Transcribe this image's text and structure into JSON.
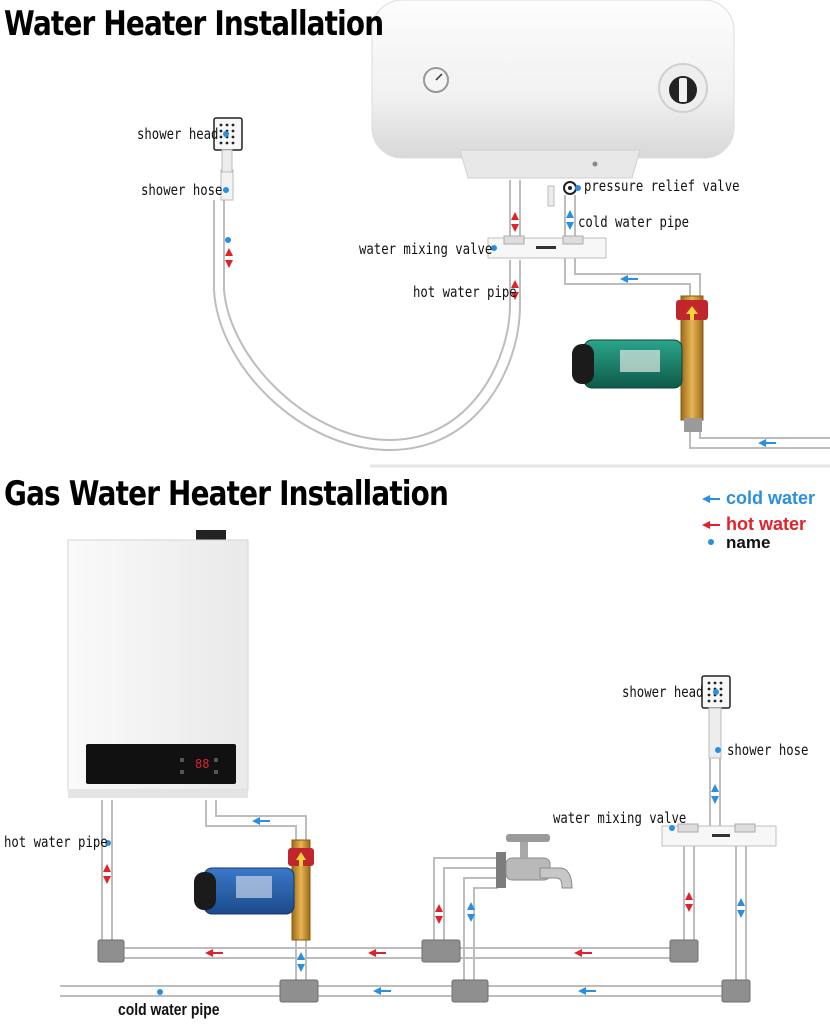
{
  "colors": {
    "cold": "#2a8fe0",
    "hot": "#e0222a",
    "pipe_edge": "#b8b8b8",
    "pump": "#1a7a64",
    "brass": "#c8922e"
  },
  "top": {
    "title": "Water Heater Installation",
    "labels": {
      "shower_head": "shower head",
      "shower_hose": "shower hose",
      "pressure_relief_valve": "pressure relief valve",
      "cold_water_pipe": "cold water pipe",
      "water_mixing_valve": "water mixing valve",
      "hot_water_pipe": "hot water pipe"
    }
  },
  "bottom": {
    "title": "Gas Water Heater Installation",
    "legend": {
      "cold": "cold water",
      "hot": "hot water",
      "name": "name"
    },
    "labels": {
      "shower_head": "shower head",
      "shower_hose": "shower hose",
      "water_mixing_valve": "water mixing valve",
      "hot_water_pipe": "hot water pipe",
      "cold_water_pipe": "cold water pipe"
    }
  }
}
